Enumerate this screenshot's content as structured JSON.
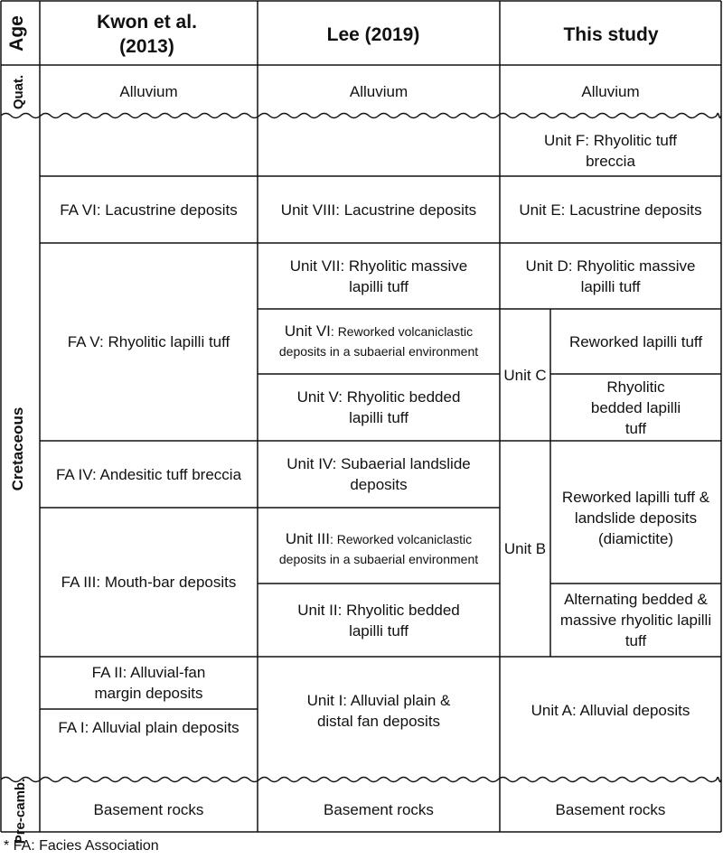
{
  "header": {
    "age": "Age",
    "col1": "Kwon et al. (2013)",
    "col2": "Lee (2019)",
    "col3": "This study"
  },
  "age_labels": {
    "quat": "Quat.",
    "cretaceous": "Cretaceous",
    "precamb": "Pre-camb."
  },
  "kwon": {
    "alluvium": "Alluvium",
    "fa6": "FA VI: Lacustrine deposits",
    "fa5": "FA V: Rhyolitic lapilli tuff",
    "fa4": "FA IV: Andesitic tuff breccia",
    "fa3": "FA III: Mouth-bar deposits",
    "fa2": "FA II: Alluvial-fan margin deposits",
    "fa1": "FA I: Alluvial plain deposits",
    "basement": "Basement rocks"
  },
  "lee": {
    "alluvium": "Alluvium",
    "u8": "Unit VIII: Lacustrine deposits",
    "u7": "Unit VII: Rhyolitic massive lapilli tuff",
    "u6_head": "Unit VI",
    "u6_rest": ": Reworked volcaniclastic deposits in a subaerial environment",
    "u5": "Unit V: Rhyolitic bedded lapilli tuff",
    "u4": "Unit IV: Subaerial landslide deposits",
    "u3_head": "Unit III",
    "u3_rest": ": Reworked volcaniclastic deposits in a subaerial environment",
    "u2": "Unit II: Rhyolitic bedded lapilli tuff",
    "u1": "Unit I: Alluvial plain & distal fan deposits",
    "basement": "Basement rocks"
  },
  "study": {
    "alluvium": "Alluvium",
    "uf": "Unit F: Rhyolitic tuff breccia",
    "ue": "Unit E: Lacustrine deposits",
    "ud": "Unit D: Rhyolitic massive lapilli tuff",
    "uc": "Unit C",
    "uc_a": "Reworked lapilli tuff",
    "uc_b": "Rhyolitic bedded lapilli tuff",
    "ub": "Unit B",
    "ub_a": "Reworked lapilli tuff & landslide deposits (diamictite)",
    "ub_b": "Alternating bedded & massive rhyolitic lapilli tuff",
    "ua": "Unit A: Alluvial deposits",
    "basement": "Basement rocks"
  },
  "footnote": "* FA: Facies Association"
}
